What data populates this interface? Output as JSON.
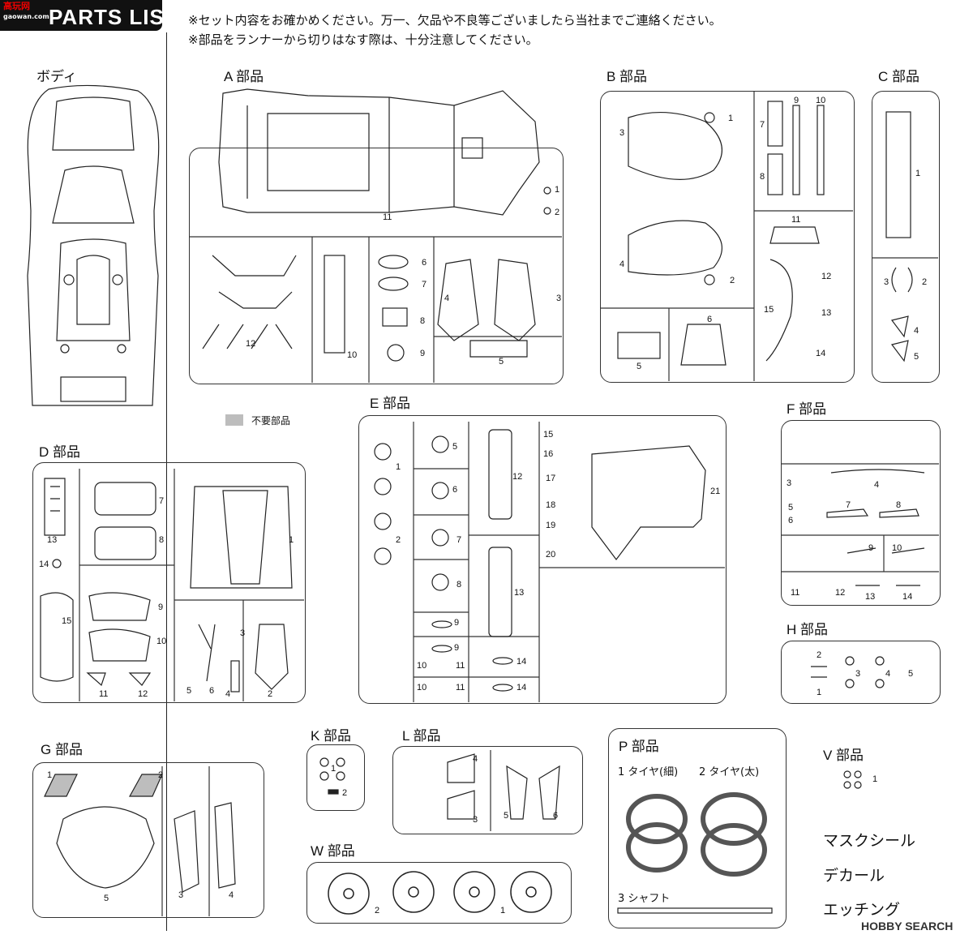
{
  "header": {
    "title": "PARTS LIST",
    "logo_text": "高玩网 gaowan.com"
  },
  "notes": [
    "※セット内容をお確かめください。万一、欠品や不良等ございましたら当社までご連絡ください。",
    "※部品をランナーから切りはなす際は、十分注意してください。"
  ],
  "sections": {
    "body": "ボディ",
    "A": "A 部品",
    "B": "B 部品",
    "C": "C 部品",
    "D": "D 部品",
    "E": "E 部品",
    "F": "F 部品",
    "G": "G 部品",
    "H": "H 部品",
    "K": "K 部品",
    "L": "L 部品",
    "P": "P 部品",
    "V": "V 部品",
    "W": "W 部品"
  },
  "legend": {
    "unneeded": "不要部品",
    "color": "#bdbdbd"
  },
  "p_parts": {
    "tire_thin": "1 タイヤ(細)",
    "tire_thick": "2 タイヤ(太)",
    "shaft": "3 シャフト"
  },
  "extras": {
    "mask": "マスクシール",
    "decal": "デカール",
    "etching": "エッチング"
  },
  "watermark": "HOBBY SEARCH",
  "numbers": {
    "A": [
      "1",
      "2",
      "3",
      "4",
      "5",
      "6",
      "7",
      "8",
      "9",
      "10",
      "11",
      "12"
    ],
    "B": [
      "1",
      "2",
      "3",
      "4",
      "5",
      "6",
      "7",
      "8",
      "9",
      "10",
      "11",
      "12",
      "13",
      "14",
      "15"
    ],
    "C": [
      "1",
      "2",
      "3",
      "4",
      "5"
    ],
    "D": [
      "1",
      "2",
      "3",
      "4",
      "5",
      "6",
      "7",
      "8",
      "9",
      "10",
      "11",
      "12",
      "13",
      "14",
      "15"
    ],
    "E": [
      "1",
      "2",
      "5",
      "6",
      "7",
      "8",
      "9",
      "9",
      "10",
      "11",
      "10",
      "11",
      "12",
      "13",
      "14",
      "14",
      "15",
      "16",
      "17",
      "18",
      "19",
      "20",
      "21"
    ],
    "F": [
      "3",
      "4",
      "5",
      "6",
      "7",
      "8",
      "9",
      "10",
      "11",
      "12",
      "13",
      "14"
    ],
    "G": [
      "1",
      "2",
      "3",
      "4",
      "5"
    ],
    "H": [
      "1",
      "2",
      "3",
      "4",
      "5"
    ],
    "K": [
      "1",
      "2"
    ],
    "L": [
      "3",
      "4",
      "5",
      "6"
    ],
    "V": [
      "1"
    ],
    "W": [
      "1",
      "2"
    ]
  }
}
